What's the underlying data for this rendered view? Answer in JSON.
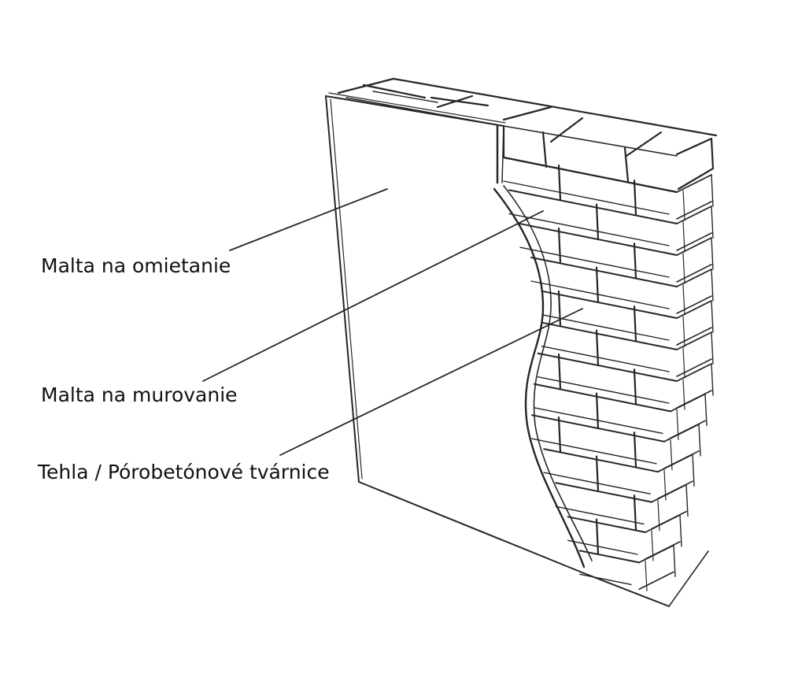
{
  "labels": {
    "plaster_mortar": "Malta na omietanie",
    "masonry_mortar": "Malta na murovanie",
    "brick_blocks": "Tehla / Pórobetónové tvárnice"
  },
  "colors": {
    "ink": "#262626",
    "background": "#ffffff"
  }
}
